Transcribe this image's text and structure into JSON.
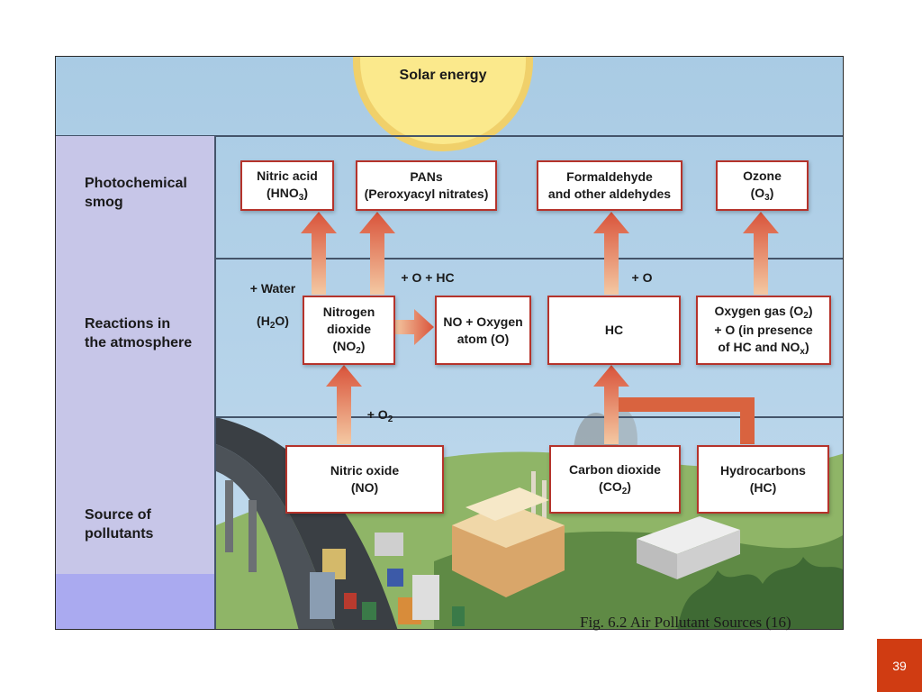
{
  "diagram": {
    "sun_label": "Solar energy",
    "rows": [
      {
        "label": "Photochemical\nsmog"
      },
      {
        "label": "Reactions in\nthe atmosphere"
      },
      {
        "label": "Source of\npollutants"
      }
    ],
    "boxes": {
      "nitric_acid": {
        "line1": "Nitric acid",
        "line2_pre": "(HNO",
        "line2_sub": "3",
        "line2_post": ")"
      },
      "pans": {
        "text": "PANs\n(Peroxyacyl nitrates)"
      },
      "formaldehyde": {
        "text": "Formaldehyde\nand other aldehydes"
      },
      "ozone": {
        "line1": "Ozone",
        "line2_pre": "(O",
        "line2_sub": "3",
        "line2_post": ")"
      },
      "nitrogen_dioxide": {
        "line1": "Nitrogen",
        "line2": "dioxide",
        "line3_pre": "(NO",
        "line3_sub": "2",
        "line3_post": ")"
      },
      "no_oxygen": {
        "text": "NO + Oxygen\natom (O)"
      },
      "hc": {
        "text": "HC"
      },
      "oxygen_gas": {
        "line1_pre": "Oxygen gas (O",
        "line1_sub": "2",
        "line1_post": ")",
        "line2": "+ O (in presence",
        "line3_pre": "of HC and NO",
        "line3_sub": "x",
        "line3_post": ")"
      },
      "nitric_oxide": {
        "text": "Nitric oxide\n(NO)"
      },
      "carbon_dioxide": {
        "line1": "Carbon dioxide",
        "line2_pre": "(CO",
        "line2_sub": "2",
        "line2_post": ")"
      },
      "hydrocarbons": {
        "text": "Hydrocarbons\n(HC)"
      }
    },
    "notes": {
      "water_line1": "+ Water",
      "water_pre": "(H",
      "water_sub": "2",
      "water_post": "O)",
      "o_hc": "+ O + HC",
      "plus_o": "+ O",
      "o2_pre": "+ O",
      "o2_sub": "2"
    }
  },
  "caption": "Fig. 6.2 Air Pollutant Sources (16)",
  "page_number": "39",
  "colors": {
    "arrow": "#d9533a",
    "box_border": "#b5332b",
    "sky": "#b7d4ea",
    "label_column": "#c7c6e8",
    "page_badge": "#d03c12"
  }
}
